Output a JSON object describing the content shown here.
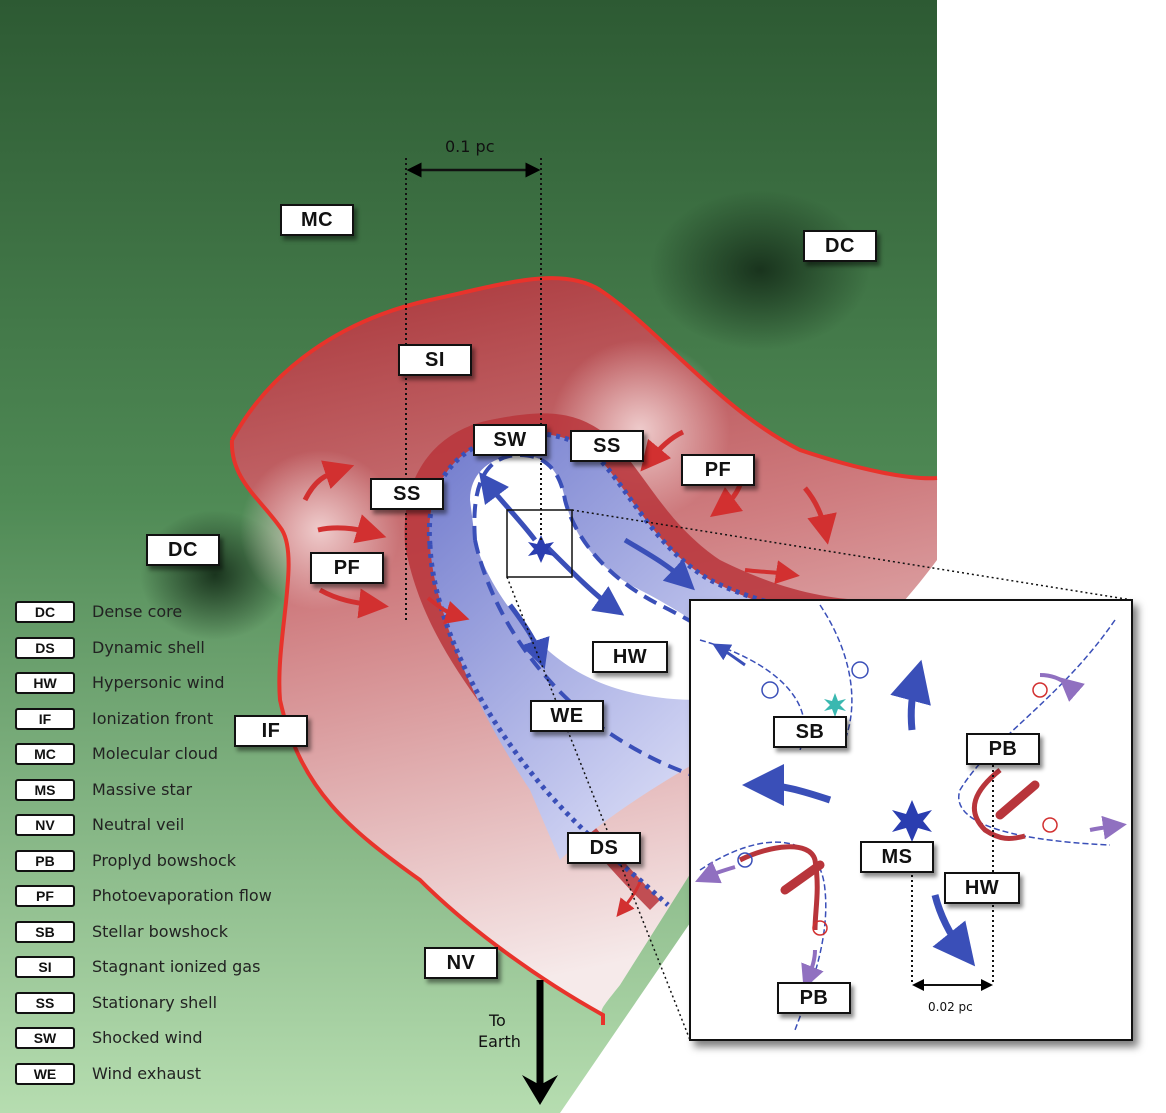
{
  "colors": {
    "molecular_cloud": "#3f7a45",
    "dense_core": "#1d3a22",
    "ionized_red": "#b83a3a",
    "front_red": "#e8332b",
    "wind_blue": "#3a4fb8",
    "outflow_purple": "#9070c0",
    "cyan_star": "#3ab8b0"
  },
  "scale": {
    "main": "0.1 pc",
    "inset": "0.02 pc"
  },
  "earth": {
    "line1": "To",
    "line2": "Earth"
  },
  "labels": {
    "mc": "MC",
    "dc_top": "DC",
    "dc_left": "DC",
    "si": "SI",
    "sw": "SW",
    "ss_left": "SS",
    "ss_right": "SS",
    "pf_left": "PF",
    "pf_right": "PF",
    "hw_main": "HW",
    "we": "WE",
    "if": "IF",
    "ds": "DS",
    "nv": "NV"
  },
  "inset_labels": {
    "sb": "SB",
    "pb_right": "PB",
    "ms": "MS",
    "hw": "HW",
    "pb_bottom": "PB"
  },
  "legend": [
    {
      "code": "DC",
      "text": "Dense core"
    },
    {
      "code": "DS",
      "text": "Dynamic shell"
    },
    {
      "code": "HW",
      "text": "Hypersonic wind"
    },
    {
      "code": "IF",
      "text": "Ionization front"
    },
    {
      "code": "MC",
      "text": "Molecular cloud"
    },
    {
      "code": "MS",
      "text": "Massive star"
    },
    {
      "code": "NV",
      "text": "Neutral veil"
    },
    {
      "code": "PB",
      "text": "Proplyd bowshock"
    },
    {
      "code": "PF",
      "text": "Photoevaporation flow"
    },
    {
      "code": "SB",
      "text": "Stellar bowshock"
    },
    {
      "code": "SI",
      "text": "Stagnant ionized gas"
    },
    {
      "code": "SS",
      "text": "Stationary shell"
    },
    {
      "code": "SW",
      "text": "Shocked wind"
    },
    {
      "code": "WE",
      "text": "Wind exhaust"
    }
  ]
}
